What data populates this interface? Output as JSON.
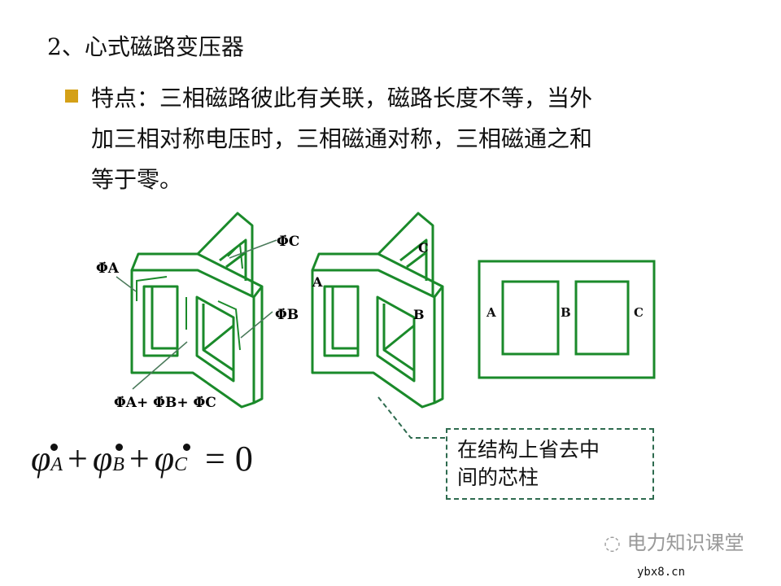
{
  "title": "2、心式磁路变压器",
  "bullet": {
    "lines": [
      "特点：三相磁路彼此有关联，磁路长度不等，当外",
      "加三相对称电压时，三相磁通对称，三相磁通之和",
      "等于零。"
    ]
  },
  "figure1": {
    "labels": {
      "phiA": "Φ̇A",
      "phiB": "Φ̇B",
      "phiC": "Φ̇C",
      "sum": "Φ̇A+ Φ̇B+ Φ̇C"
    }
  },
  "figure2": {
    "labels": {
      "a": "A",
      "b": "B",
      "c": "C"
    }
  },
  "figure3": {
    "labels": {
      "a": "A",
      "b": "B",
      "c": "C"
    }
  },
  "note": {
    "lines": [
      "在结构上省去中",
      "间的芯柱"
    ]
  },
  "equation": {
    "phi": "φ",
    "a": "A",
    "b": "B",
    "c": "C",
    "plus": "+",
    "equals": "=",
    "zero": "0"
  },
  "watermark": {
    "brand": "电力知识课堂",
    "site": "ybx8.cn"
  },
  "colors": {
    "core": "#1a8a2a",
    "bullet": "#d4a017",
    "note_border": "#2e6b4f"
  }
}
